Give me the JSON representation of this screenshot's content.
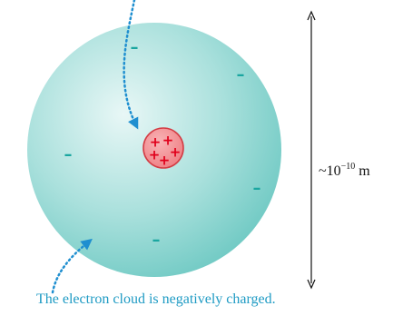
{
  "caption": "The electron cloud is negatively charged.",
  "scale": {
    "prefix": "~",
    "base": "10",
    "exponent": "−10",
    "unit": " m"
  },
  "glyphs": {
    "electron": "–",
    "proton": "+"
  },
  "colors": {
    "cloud_center": "#e6f6f5",
    "cloud_edge": "#6cc9c3",
    "nucleus_fill": "#f2878b",
    "nucleus_stroke": "#d43c44",
    "proton": "#e0001b",
    "electron": "#1aa6a0",
    "pointer": "#1f8fd0"
  }
}
